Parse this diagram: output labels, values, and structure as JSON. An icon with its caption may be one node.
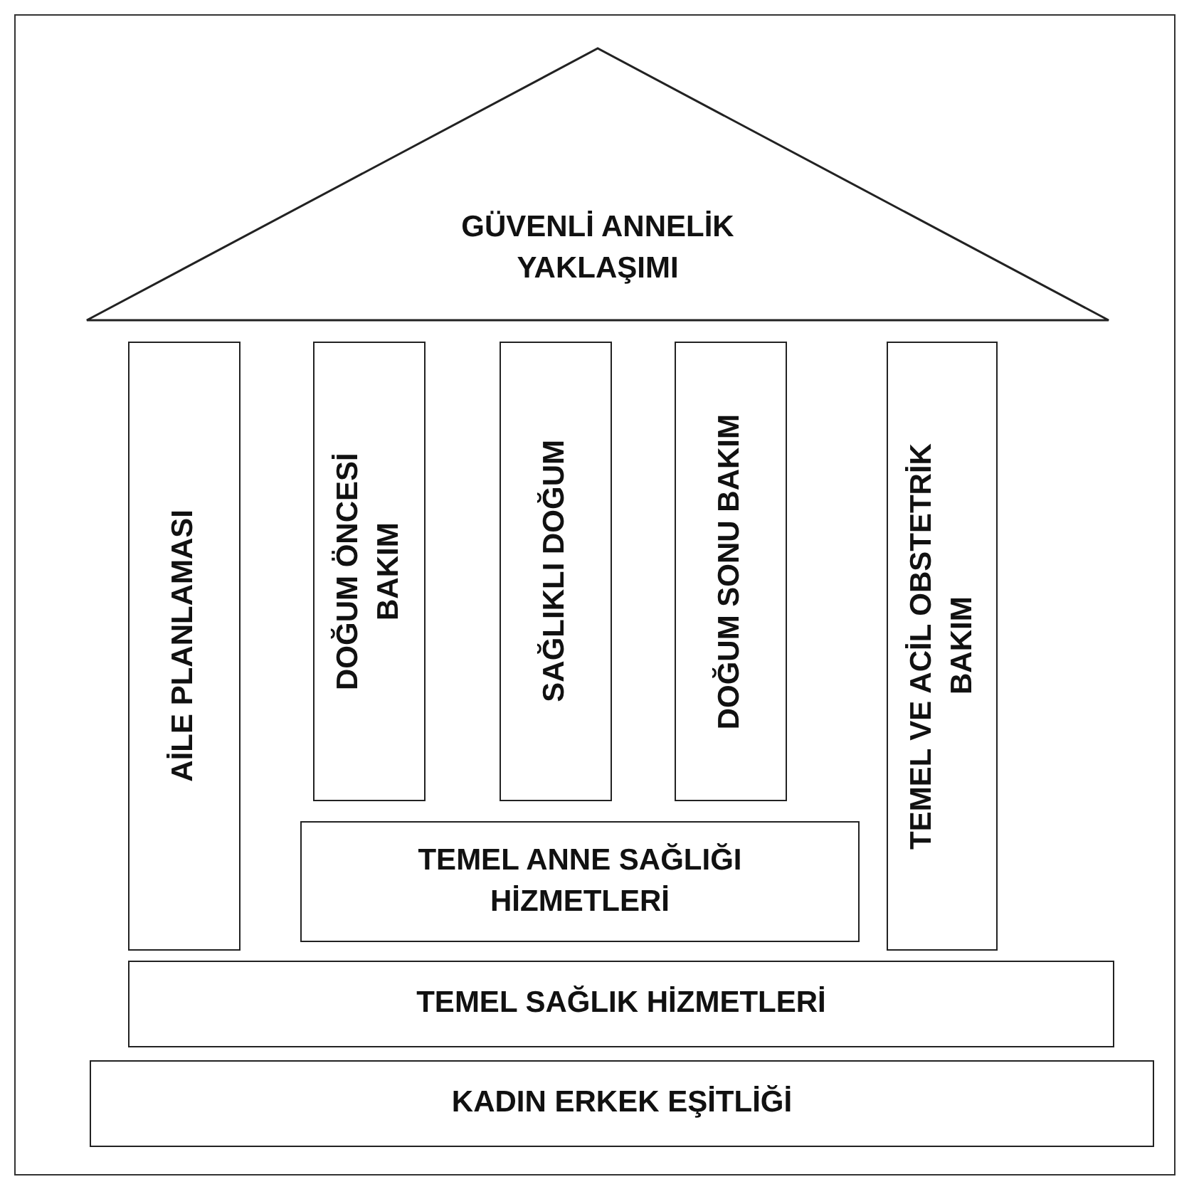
{
  "diagram": {
    "nodes": [
      {
        "text": [
          "GÜVENLİ ANNELİK YAKLAŞIMI"
        ]
      },
      {
        "text": [
          "AİLE PLANLAMASI"
        ]
      },
      {
        "text": [
          "DOĞUM ÖNCESİ BAKIM"
        ]
      },
      {
        "text": [
          "SAĞLIKLI DOĞUM"
        ]
      },
      {
        "text": [
          "DOĞUM SONU BAKIM"
        ]
      },
      {
        "text": [
          "TEMEL VE ACİL OBSTETRİK BAKIM"
        ]
      },
      {
        "text": [
          "TEMEL ANNE SAĞLIĞI HİZMETLERİ"
        ]
      },
      {
        "text": [
          "TEMEL SAĞLIK HİZMETLERİ"
        ]
      },
      {
        "text": [
          "KADIN ERKEK EŞİTLİĞİ"
        ]
      }
    ]
  }
}
